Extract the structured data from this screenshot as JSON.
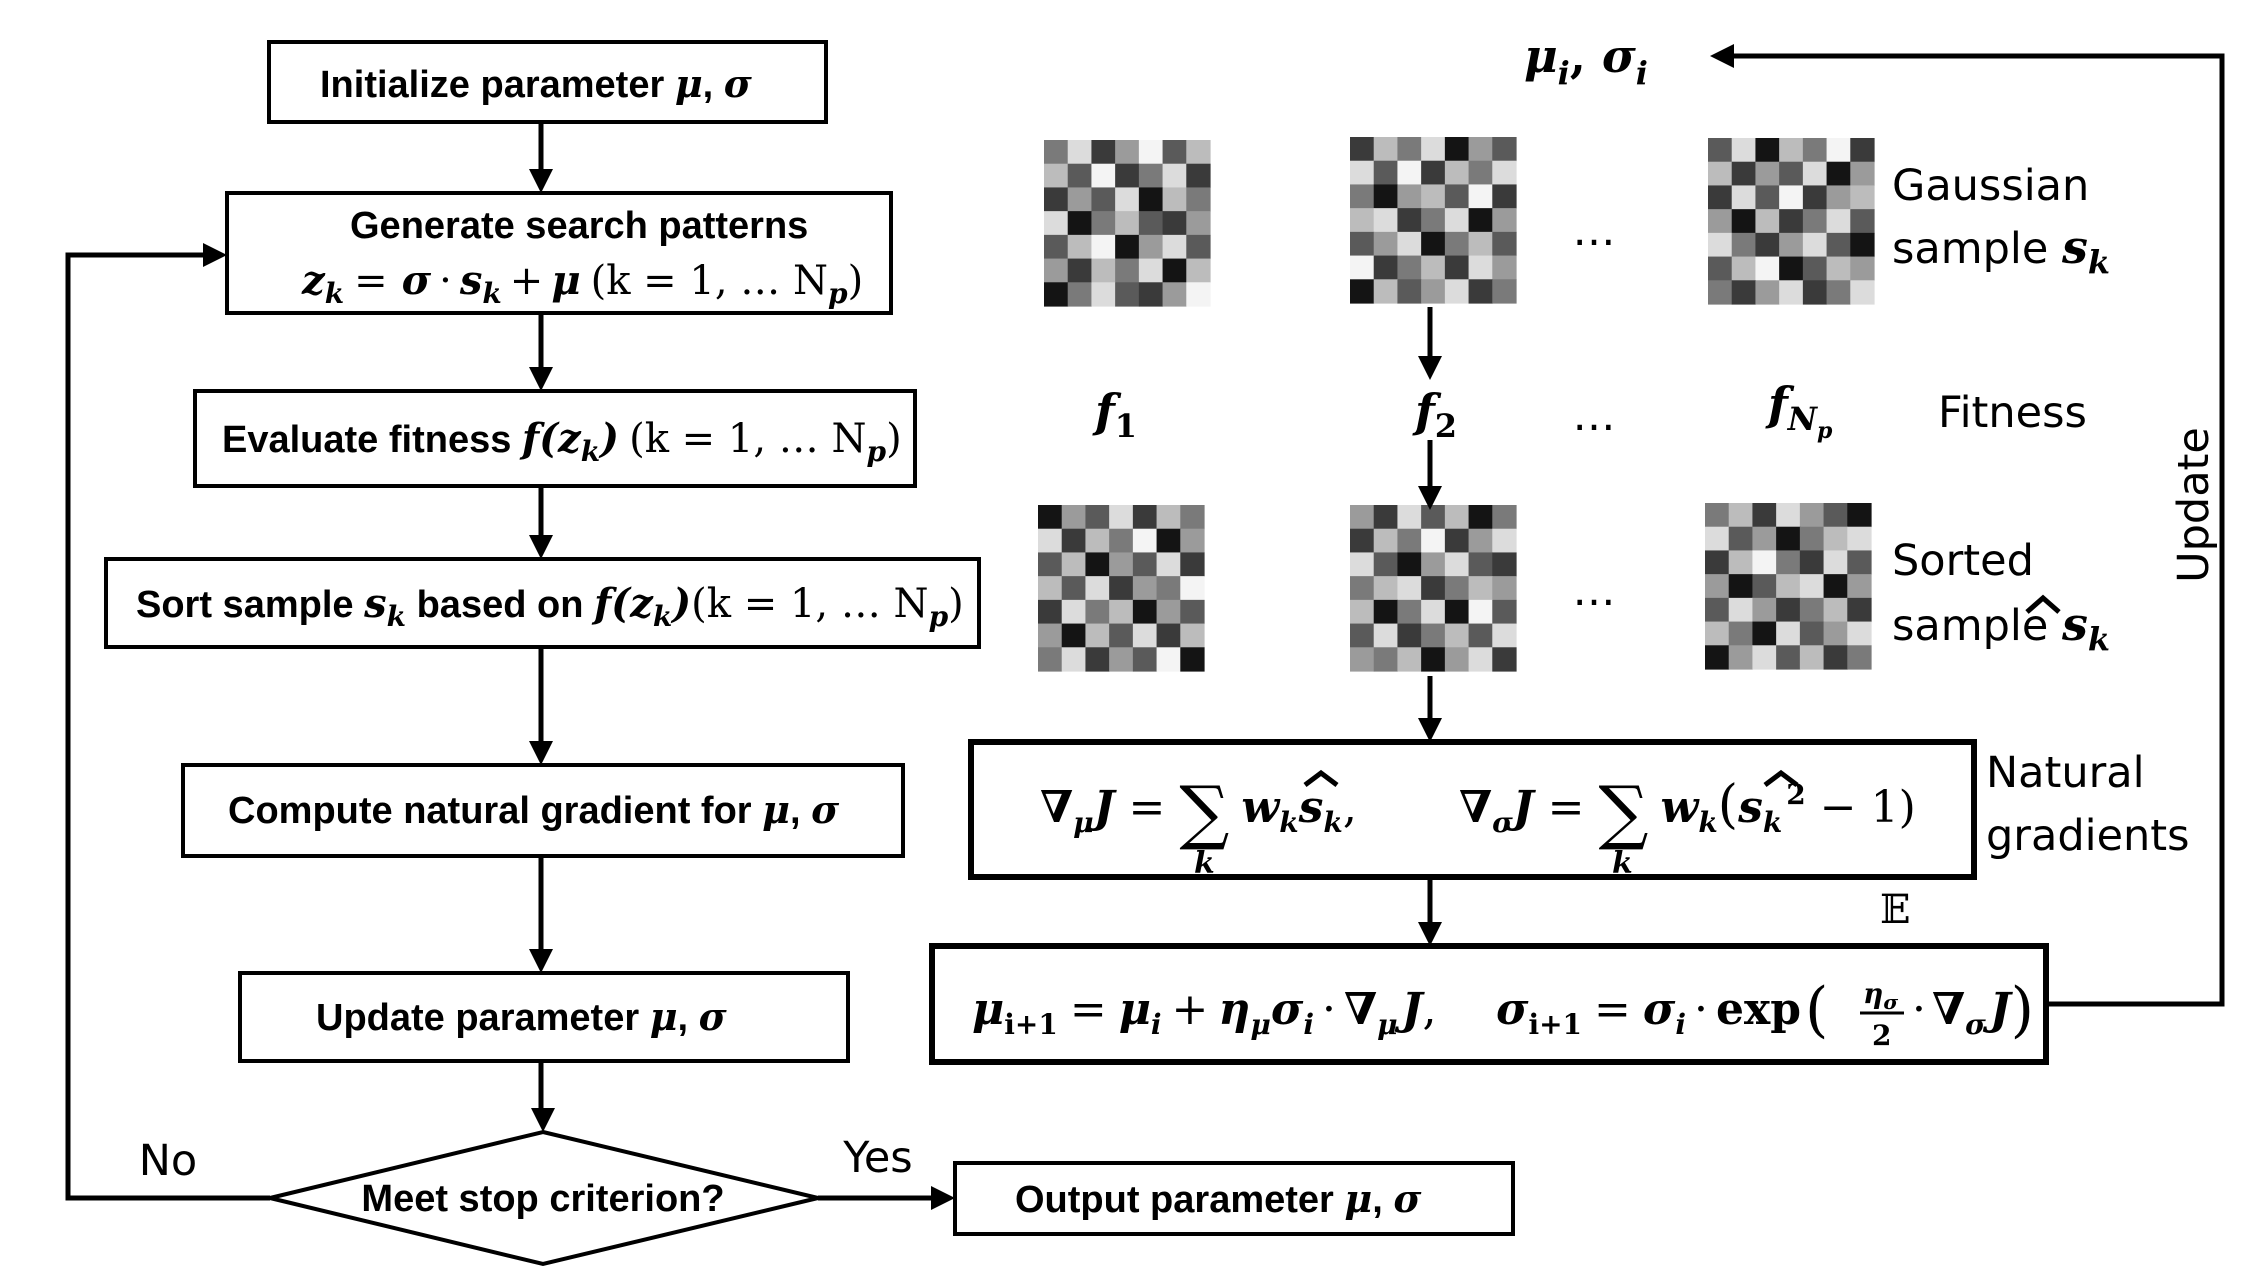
{
  "steps": {
    "init": "Initialize parameter",
    "generate": "Generate search patterns",
    "evaluate": "Evaluate fitness",
    "sort": "Sort sample",
    "sort_mid": "based on",
    "compute": "Compute natural gradient for",
    "update": "Update parameter",
    "stop": "Meet stop criterion?",
    "output": "Output parameter"
  },
  "branches": {
    "no": "No",
    "yes": "Yes"
  },
  "labels": {
    "gaussian_1": "Gaussian",
    "gaussian_2": "sample",
    "fitness": "Fitness",
    "sorted_1": "Sorted",
    "sorted_2": "sample",
    "natural_1": "Natural",
    "natural_2": "gradients",
    "update_loop": "Update",
    "expectation": "𝔼",
    "ellipsis": "…"
  },
  "math": {
    "mu": "μ",
    "sigma": "σ",
    "comma_sep": ", ",
    "k_range": "(k = 1, … N",
    "p": "p",
    "close": ")",
    "z": "z",
    "k": "k",
    "s": "s",
    "i": "i",
    "f": "f",
    "one": "1",
    "two": "2",
    "N": "N",
    "i_plus_1": "i+1",
    "nabla": "∇",
    "J": "J",
    "w": "w",
    "eta": "η",
    "sum": "∑",
    "eq": "=",
    "plus": "+",
    "minus": "−",
    "cdot": "·",
    "exp": "exp",
    "open": "(",
    "f_open": "f(",
    "sq": "2",
    "minus_one": "− 1)",
    "comma": ","
  },
  "patterns": {
    "gaussian_1": [
      [
        3,
        6,
        1,
        4,
        7,
        2,
        5
      ],
      [
        5,
        2,
        7,
        1,
        3,
        6,
        1
      ],
      [
        1,
        4,
        2,
        6,
        0,
        5,
        3
      ],
      [
        6,
        0,
        3,
        5,
        2,
        1,
        4
      ],
      [
        2,
        5,
        7,
        0,
        4,
        6,
        2
      ],
      [
        4,
        1,
        5,
        3,
        6,
        0,
        5
      ],
      [
        0,
        3,
        6,
        2,
        1,
        4,
        7
      ]
    ],
    "gaussian_2": [
      [
        1,
        5,
        3,
        6,
        0,
        4,
        2
      ],
      [
        6,
        2,
        7,
        1,
        5,
        3,
        6
      ],
      [
        3,
        0,
        4,
        5,
        2,
        7,
        1
      ],
      [
        5,
        6,
        1,
        3,
        6,
        0,
        4
      ],
      [
        2,
        4,
        6,
        0,
        3,
        5,
        2
      ],
      [
        7,
        1,
        3,
        5,
        1,
        6,
        4
      ],
      [
        0,
        5,
        2,
        4,
        6,
        1,
        3
      ]
    ],
    "gaussian_n": [
      [
        2,
        6,
        0,
        5,
        3,
        7,
        1
      ],
      [
        5,
        1,
        4,
        2,
        6,
        0,
        4
      ],
      [
        1,
        6,
        2,
        7,
        1,
        4,
        5
      ],
      [
        4,
        0,
        5,
        1,
        3,
        6,
        2
      ],
      [
        6,
        3,
        1,
        4,
        6,
        2,
        0
      ],
      [
        2,
        5,
        7,
        0,
        2,
        5,
        4
      ],
      [
        3,
        1,
        4,
        6,
        1,
        3,
        6
      ]
    ],
    "sorted_1": [
      [
        0,
        4,
        2,
        6,
        1,
        5,
        3
      ],
      [
        6,
        1,
        5,
        3,
        7,
        0,
        4
      ],
      [
        2,
        5,
        0,
        4,
        2,
        6,
        1
      ],
      [
        5,
        2,
        6,
        1,
        4,
        3,
        7
      ],
      [
        1,
        6,
        3,
        5,
        0,
        4,
        2
      ],
      [
        4,
        0,
        5,
        2,
        6,
        1,
        5
      ],
      [
        3,
        6,
        1,
        4,
        2,
        7,
        0
      ]
    ],
    "sorted_2": [
      [
        4,
        1,
        6,
        2,
        5,
        0,
        3
      ],
      [
        1,
        5,
        3,
        7,
        1,
        4,
        6
      ],
      [
        6,
        2,
        0,
        4,
        6,
        2,
        1
      ],
      [
        3,
        5,
        6,
        1,
        3,
        5,
        4
      ],
      [
        5,
        0,
        3,
        6,
        0,
        7,
        2
      ],
      [
        2,
        6,
        1,
        3,
        5,
        2,
        6
      ],
      [
        4,
        3,
        5,
        0,
        4,
        6,
        1
      ]
    ],
    "sorted_n": [
      [
        3,
        5,
        1,
        6,
        4,
        2,
        0
      ],
      [
        6,
        2,
        4,
        0,
        3,
        5,
        6
      ],
      [
        1,
        5,
        7,
        3,
        1,
        6,
        2
      ],
      [
        4,
        0,
        2,
        5,
        6,
        0,
        4
      ],
      [
        2,
        6,
        4,
        1,
        3,
        5,
        1
      ],
      [
        5,
        3,
        0,
        6,
        2,
        4,
        6
      ],
      [
        0,
        4,
        6,
        2,
        5,
        1,
        3
      ]
    ]
  }
}
